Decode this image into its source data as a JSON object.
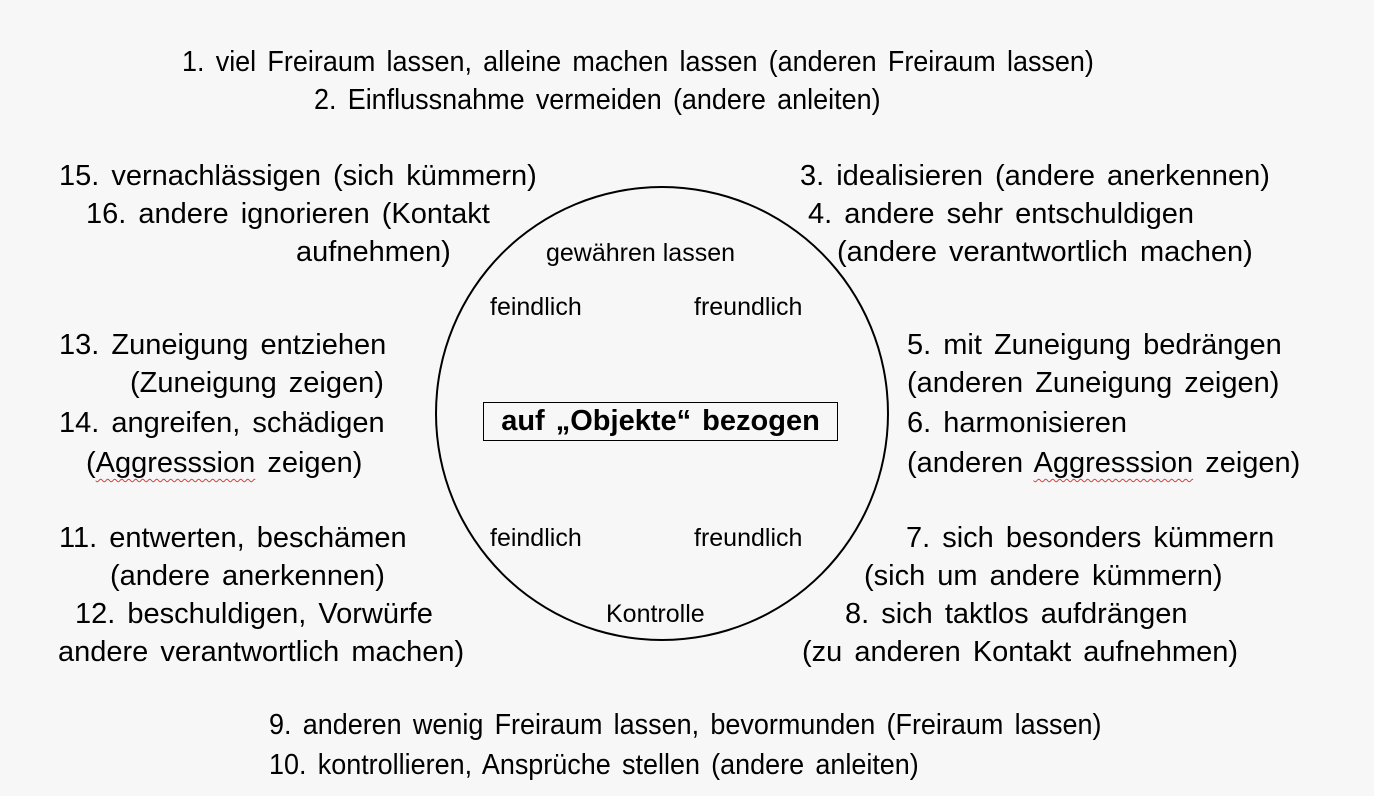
{
  "diagram": {
    "title_top": {
      "line1": "1. viel Freiraum lassen, alleine machen lassen (anderen Freiraum lassen)",
      "line2": "2. Einflussnahme vermeiden (andere anleiten)"
    },
    "top_left": {
      "item15": "15. vernachlässigen (sich kümmern)",
      "item16_a": "16. andere ignorieren (Kontakt",
      "item16_b": "aufnehmen)"
    },
    "top_right": {
      "item3": "3. idealisieren (andere anerkennen)",
      "item4_a": "4. andere sehr entschuldigen",
      "item4_b": "(andere verantwortlich machen)"
    },
    "middle_left": {
      "item13_a": "13. Zuneigung entziehen",
      "item13_b": "(Zuneigung zeigen)",
      "item14_a": "14. angreifen, schädigen",
      "item14_b_pre": "(",
      "item14_b_word": "Aggresssion",
      "item14_b_post": " zeigen)"
    },
    "middle_right": {
      "item5_a": "5. mit Zuneigung bedrängen",
      "item5_b": "(anderen Zuneigung zeigen)",
      "item6_a": "6. harmonisieren",
      "item6_b_pre": "(anderen ",
      "item6_b_word": "Aggresssion",
      "item6_b_post": " zeigen)"
    },
    "bottom_left": {
      "item11_a": "11. entwerten, beschämen",
      "item11_b": "(andere anerkennen)",
      "item12_a": "12. beschuldigen, Vorwürfe",
      "item12_b": "andere verantwortlich machen)"
    },
    "bottom_right": {
      "item7_a": "7. sich besonders kümmern",
      "item7_b": "(sich um andere kümmern)",
      "item8_a": "8. sich taktlos aufdrängen",
      "item8_b": "(zu anderen Kontakt aufnehmen)"
    },
    "bottom": {
      "line9": "9. anderen wenig Freiraum lassen, bevormunden (Freiraum lassen)",
      "line10": "10. kontrollieren, Ansprüche stellen (andere anleiten)"
    },
    "circle": {
      "top_label": "gewähren lassen",
      "upper_left": "feindlich",
      "upper_right": "freundlich",
      "center": "auf „Objekte“ bezogen",
      "lower_left": "feindlich",
      "lower_right": "freundlich",
      "bottom_label": "Kontrolle"
    }
  }
}
